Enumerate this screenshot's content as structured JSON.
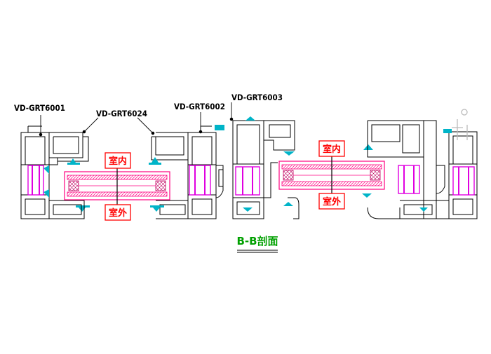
{
  "callouts": {
    "left_frame": "VD-GRT6001",
    "sash_profile": "VD-GRT6024",
    "center_frame": "VD-GRT6002",
    "mullion": "VD-GRT6003"
  },
  "room_labels": {
    "left_indoor": "室内",
    "left_outdoor": "室外",
    "right_indoor": "室内",
    "right_outdoor": "室外"
  },
  "caption": "B-B剖面",
  "colors": {
    "outline": "#000000",
    "label_box": "#ff0000",
    "glass_hatch": "#ff0080",
    "thermal_break": "#e000e0",
    "gasket": "#00b4c8",
    "caption": "#00a000"
  }
}
